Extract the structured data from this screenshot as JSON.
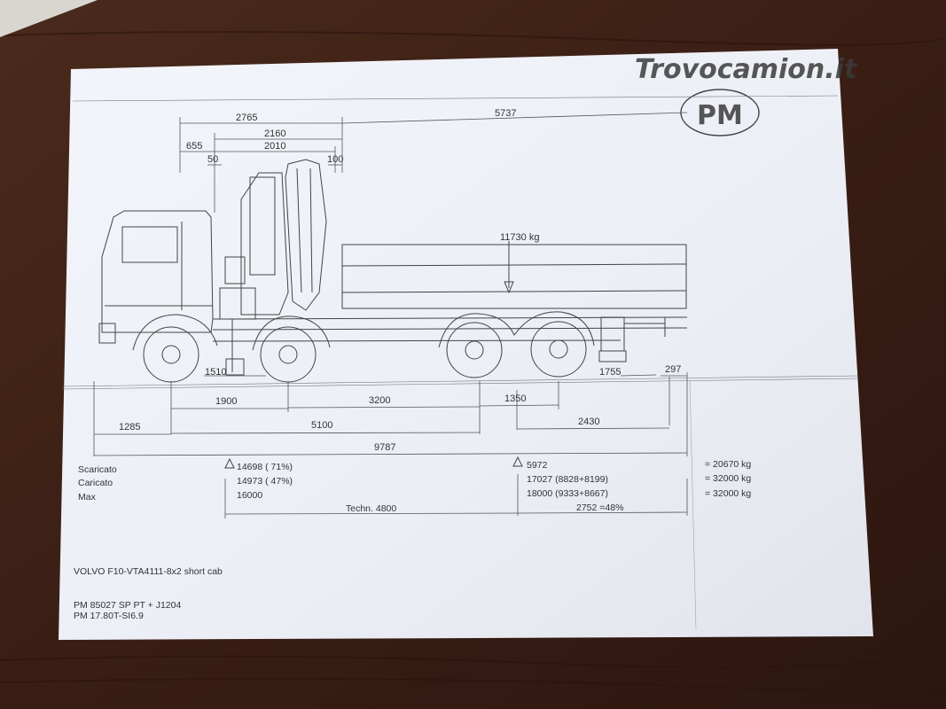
{
  "watermark": "Trovocamion.it",
  "logo_text": "PM",
  "dimensions_top": {
    "d2765": "2765",
    "d5737": "5737",
    "d2160": "2160",
    "d655": "655",
    "d2010": "2010",
    "d50": "50",
    "d100": "100"
  },
  "load_label": "11730 kg",
  "dimensions_bottom": {
    "d1510": "1510",
    "d1755": "1755",
    "d297": "297",
    "d1900": "1900",
    "d3200": "3200",
    "d1350": "1350",
    "d1285": "1285",
    "d5100": "5100",
    "d2430": "2430",
    "d9787": "9787"
  },
  "weights": {
    "labels": [
      "Scaricato",
      "Caricato",
      "Max"
    ],
    "front": [
      "14698 ( 71%)",
      "14973 ( 47%)",
      "16000"
    ],
    "rear": [
      "5972",
      "17027 (8828+8199)",
      "18000 (9333+8667)"
    ],
    "total": [
      "= 20670 kg",
      "= 32000 kg",
      "= 32000 kg"
    ],
    "techn": "Techn. 4800",
    "ratio": "2752 =48%"
  },
  "model": "VOLVO F10-VTA4111-8x2  short cab",
  "crane_lines": [
    "PM  85027 SP PT + J1204",
    "PM  17.80T-SI6.9"
  ]
}
